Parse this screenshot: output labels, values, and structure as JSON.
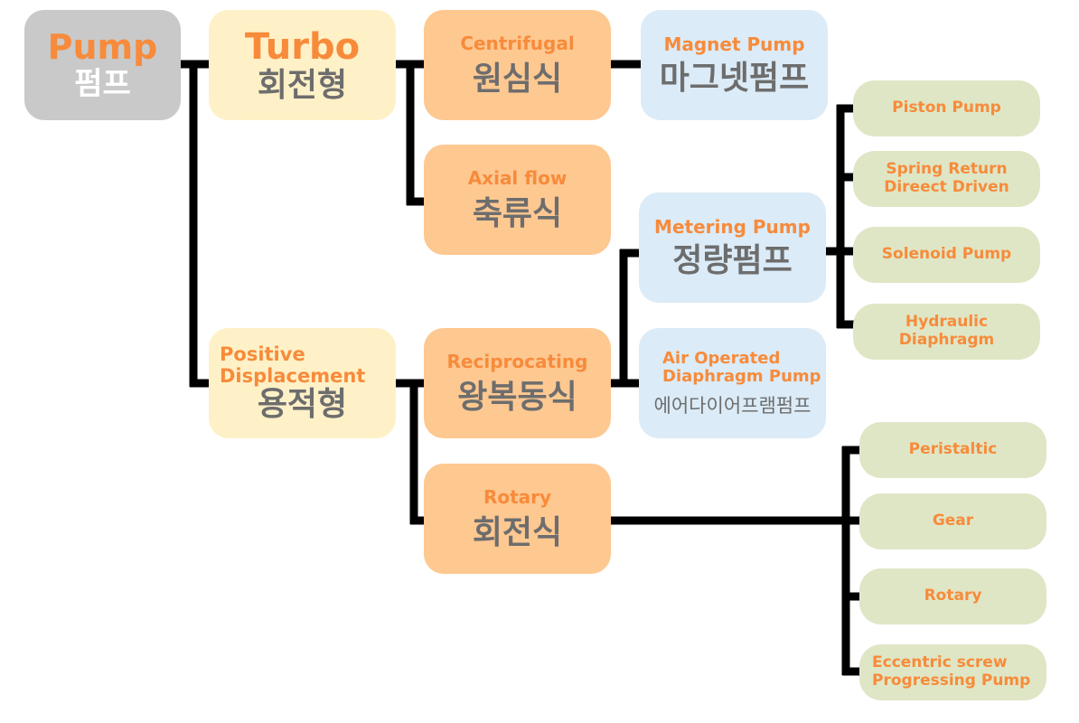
{
  "title": "Pump classification diagram",
  "colors": {
    "root_bg": "#c9c9c9",
    "level1_bg": "#fff1c7",
    "level2_bg": "#fec891",
    "level3_bg": "#dbebf7",
    "leaf_bg": "#dfe6c5",
    "english_text": "#f78b3b",
    "korean_text": "#6d6d6d",
    "connector": "#000000"
  },
  "root": {
    "en": "Pump",
    "ko": "펌프"
  },
  "turbo": {
    "en": "Turbo",
    "ko": "회전형",
    "children": {
      "centrifugal": {
        "en": "Centrifugal",
        "ko": "원심식",
        "children": {
          "magnet": {
            "en": "Magnet Pump",
            "ko": "마그넷펌프"
          }
        }
      },
      "axial": {
        "en": "Axial flow",
        "ko": "축류식"
      }
    }
  },
  "positive": {
    "en_line1": "Positive",
    "en_line2": "Displacement",
    "ko": "용적형",
    "children": {
      "reciprocating": {
        "en": "Reciprocating",
        "ko": "왕복동식",
        "children": {
          "metering": {
            "en": "Metering Pump",
            "ko": "정량펌프",
            "leaves": [
              {
                "line1": "Piston Pump",
                "line2": ""
              },
              {
                "line1": "Spring Return",
                "line2": "Direect Driven"
              },
              {
                "line1": "Solenoid Pump",
                "line2": ""
              },
              {
                "line1": "Hydraulic",
                "line2": "Diaphragm"
              }
            ]
          },
          "aodd": {
            "en_line1": "Air Operated",
            "en_line2": "Diaphragm Pump",
            "ko": "에어다이어프램펌프"
          }
        }
      },
      "rotary": {
        "en": "Rotary",
        "ko": "회전식",
        "leaves": [
          {
            "line1": "Peristaltic",
            "line2": ""
          },
          {
            "line1": "Gear",
            "line2": ""
          },
          {
            "line1": "Rotary",
            "line2": ""
          },
          {
            "line1": "Eccentric screw",
            "line2": "Progressing Pump"
          }
        ]
      }
    }
  }
}
